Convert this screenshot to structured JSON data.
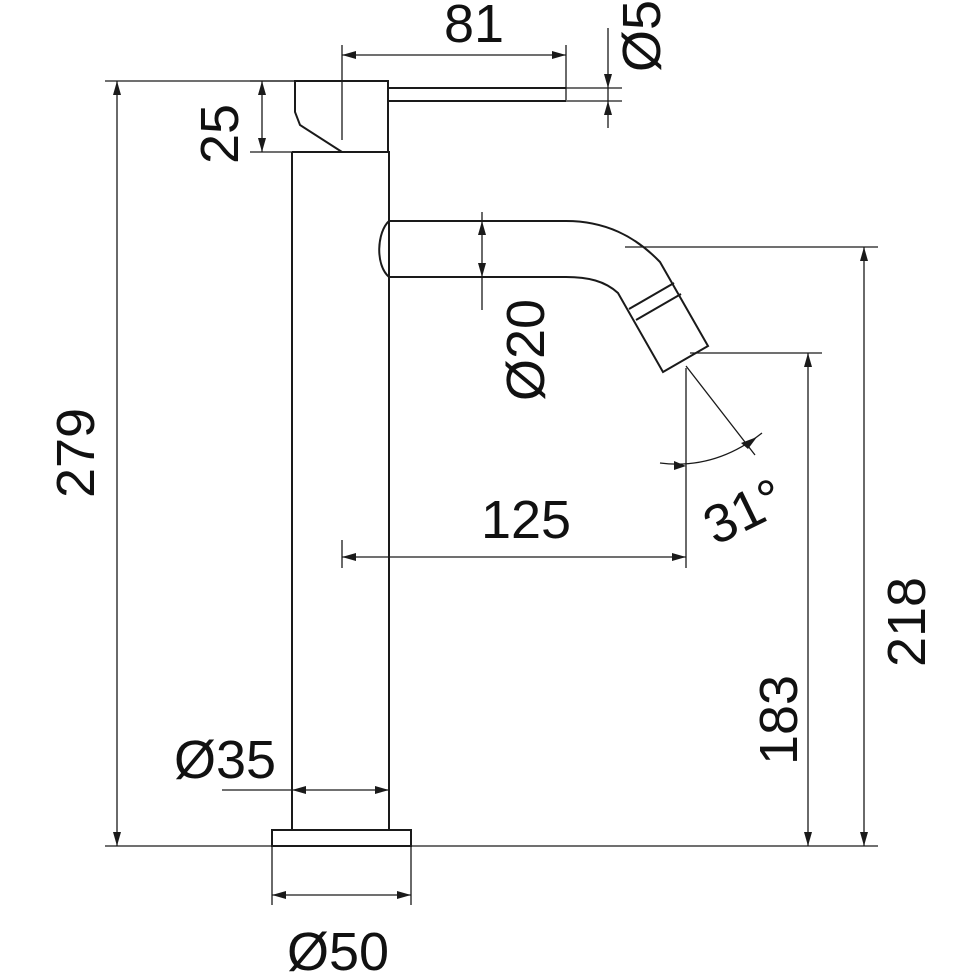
{
  "dimensions": {
    "lever_length": "81",
    "lever_diameter": "Ø5",
    "handle_height": "25",
    "total_height": "279",
    "spout_diameter": "Ø20",
    "spout_reach": "125",
    "spout_angle": "31°",
    "spout_top_height": "218",
    "spout_outlet_height": "183",
    "body_diameter": "Ø35",
    "base_diameter": "Ø50"
  }
}
